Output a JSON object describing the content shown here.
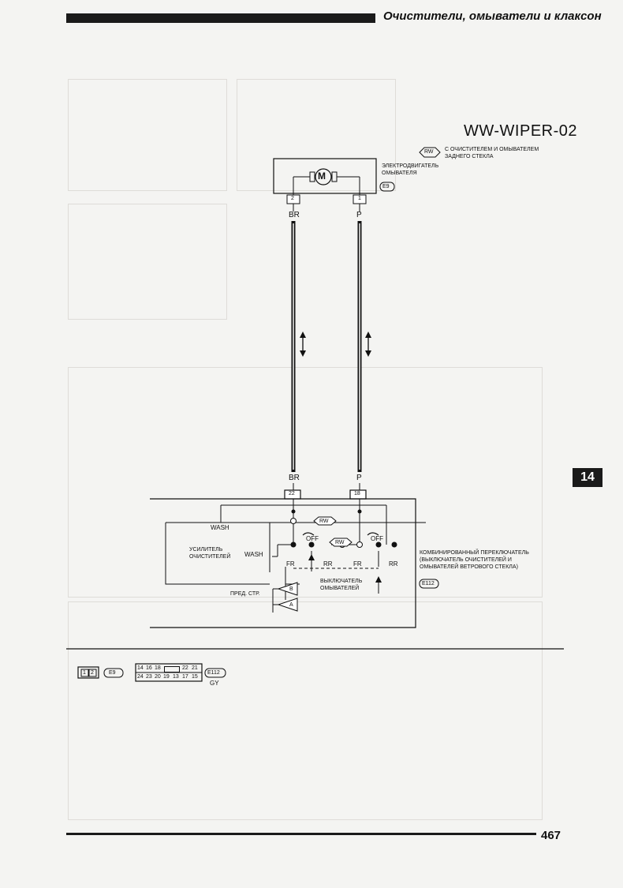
{
  "header": {
    "section_title": "Очистители, омыватели и клаксон"
  },
  "diagram": {
    "title": "WW-WIPER-02",
    "legend": {
      "badge": "RW",
      "text_line1": "С ОЧИСТИТЕЛЕМ И ОМЫВАТЕЛЕМ",
      "text_line2": "ЗАДНЕГО СТЕКЛА"
    },
    "motor": {
      "name_line1": "ЭЛЕКТРОДВИГАТЕЛЬ",
      "name_line2": "ОМЫВАТЕЛЯ",
      "connector": "E9",
      "symbol": "M",
      "pin_left": "2",
      "pin_right": "1"
    },
    "wires": {
      "left_color": "BR",
      "right_color": "P",
      "left_pin_bottom": "22",
      "right_pin_bottom": "18"
    },
    "switch": {
      "name_line1": "КОМБИНИРОВАННЫЙ ПЕРЕКЛЮЧАТЕЛЬ",
      "name_line2": "(ВЫКЛЮЧАТЕЛЬ ОЧИСТИТЕЛЕЙ И",
      "name_line3": "ОМЫВАТЕЛЕЙ ВЕТРОВОГО СТЕКЛА)",
      "connector": "E112",
      "wash_top": "WASH",
      "wash_side": "WASH",
      "amp_line1": "УСИЛИТЕЛЬ",
      "amp_line2": "ОЧИСТИТЕЛЕЙ",
      "rw_badge_top": "RW",
      "rw_badge_mid": "RW",
      "off_left": "OFF",
      "off_right": "OFF",
      "fr1": "FR",
      "rr1": "RR",
      "fr2": "FR",
      "rr2": "RR",
      "washer_sw_line1": "ВЫКЛЮЧАТЕЛЬ",
      "washer_sw_line2": "ОМЫВАТЕЛЕЙ",
      "pred_str": "ПРЕД. СТР.",
      "btn_b": "B",
      "btn_a": "A"
    },
    "connectors_legend": {
      "e9_pins": [
        "1",
        "2"
      ],
      "e9_label": "E9",
      "e112_row1": [
        "14",
        "16",
        "18",
        "",
        "22",
        "21"
      ],
      "e112_row2": [
        "24",
        "23",
        "20",
        "19",
        "13",
        "17",
        "15"
      ],
      "e112_label": "E112",
      "e112_color": "GY"
    }
  },
  "side_tab": "14",
  "footer": {
    "page_number": "467"
  }
}
